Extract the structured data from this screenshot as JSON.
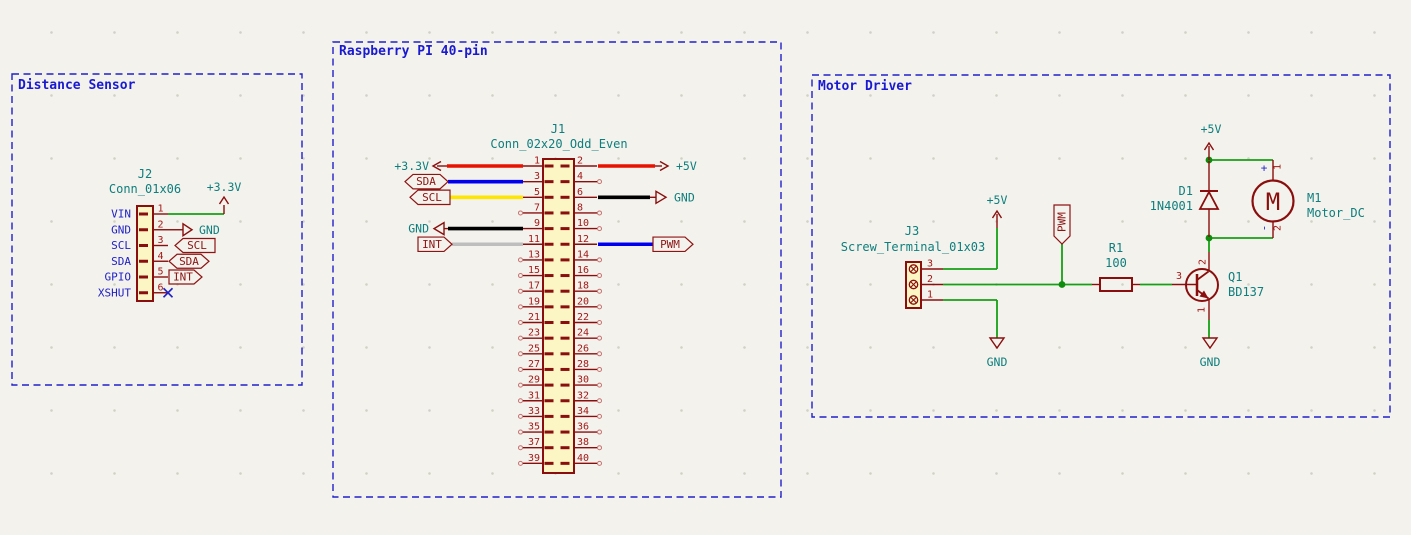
{
  "colors": {
    "bg": "#F3F2EC",
    "section_border": "#2020CD",
    "title_blue": "#1A1AD2",
    "maroon": "#8A0E0E",
    "pin_number_red": "#A51919",
    "label_red": "#8E1414",
    "teal": "#0E7E7E",
    "pin_name_blue": "#2022C8",
    "nc_blue": "#2022C8",
    "wire_green": "#16A016",
    "wire_red": "#E81200",
    "wire_blue": "#0000EE",
    "wire_yellow": "#FFE600",
    "wire_black": "#000000",
    "wire_gray": "#BEBEBE",
    "body_fill": "#FCF6C5"
  },
  "sections": {
    "distance_sensor": {
      "title": "Distance Sensor"
    },
    "rpi": {
      "title": "Raspberry PI 40-pin"
    },
    "motor": {
      "title": "Motor Driver"
    }
  },
  "j2": {
    "ref": "J2",
    "value": "Conn_01x06",
    "pin_numbers": [
      "1",
      "2",
      "3",
      "4",
      "5",
      "6"
    ],
    "pin_names": [
      "VIN",
      "GND",
      "SCL",
      "SDA",
      "GPIO",
      "XSHUT"
    ],
    "power_label": "+3.3V",
    "gnd_label": "GND",
    "scl_label": "SCL",
    "sda_label": "SDA",
    "int_label": "INT"
  },
  "j1": {
    "ref": "J1",
    "value": "Conn_02x20_Odd_Even",
    "left_pins": [
      "1",
      "3",
      "5",
      "7",
      "9",
      "11",
      "13",
      "15",
      "17",
      "19",
      "21",
      "23",
      "25",
      "27",
      "29",
      "31",
      "33",
      "35",
      "37",
      "39"
    ],
    "right_pins": [
      "2",
      "4",
      "6",
      "8",
      "10",
      "12",
      "14",
      "16",
      "18",
      "20",
      "22",
      "24",
      "26",
      "28",
      "30",
      "32",
      "34",
      "36",
      "38",
      "40"
    ],
    "connected_pins": [
      "1",
      "2",
      "3",
      "5",
      "6",
      "9",
      "11",
      "12"
    ],
    "p33_label": "+3.3V",
    "p5_label": "+5V",
    "sda_label": "SDA",
    "scl_label": "SCL",
    "gnd_left_label": "GND",
    "gnd_right_label": "GND",
    "int_label": "INT",
    "pwm_label": "PWM"
  },
  "j3": {
    "ref": "J3",
    "value": "Screw_Terminal_01x03",
    "pin_numbers": [
      "3",
      "2",
      "1"
    ]
  },
  "motor_parts": {
    "p5_j3": "+5V",
    "p5_motor": "+5V",
    "gnd_j3": "GND",
    "gnd_q1": "GND",
    "pwm_label": "PWM",
    "r1": {
      "ref": "R1",
      "value": "100"
    },
    "d1": {
      "ref": "D1",
      "value": "1N4001"
    },
    "q1": {
      "ref": "Q1",
      "value": "BD137",
      "pin_base": "3",
      "pin_collector": "2",
      "pin_emitter": "1"
    },
    "m1": {
      "ref": "M1",
      "value": "Motor_DC",
      "letter": "M",
      "pin_plus_name": "+",
      "pin_minus_name": "-",
      "pin_plus_num": "1",
      "pin_minus_num": "2"
    }
  }
}
